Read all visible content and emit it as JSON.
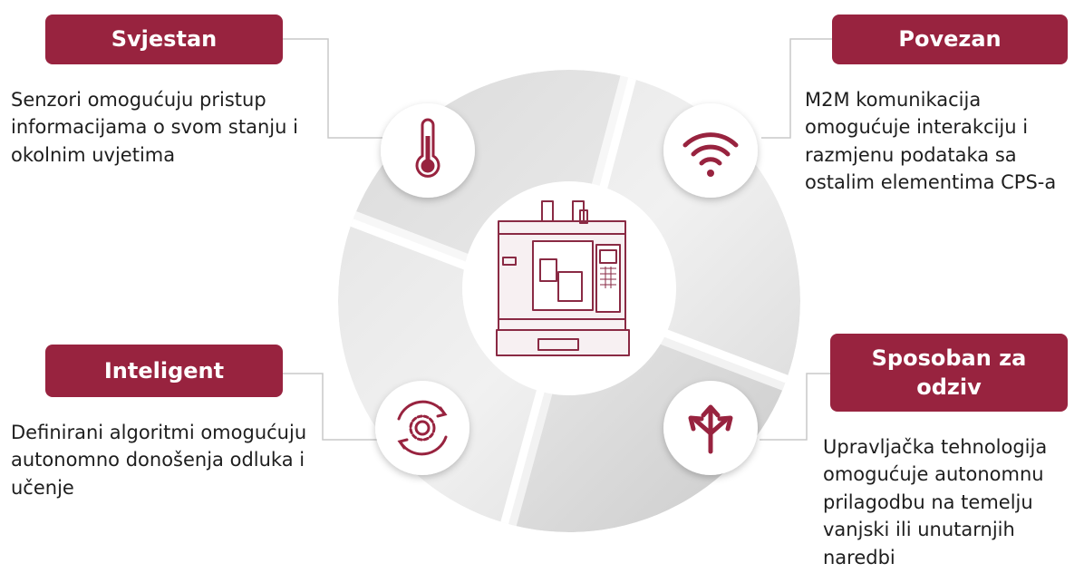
{
  "accent_color": "#98233f",
  "center_image": "cnc-machine-icon",
  "features": [
    {
      "title": "Svjestan",
      "description_lines": [
        "Senzori omogućuju pristup",
        "informacijama o svom stanju i",
        "okolnim uvjetima"
      ],
      "icon": "thermometer-icon"
    },
    {
      "title": "Povezan",
      "description_lines": [
        "M2M komunikacija",
        "omogućuje interakciju i",
        "razmjenu podataka sa",
        "ostalim elementima CPS-a"
      ],
      "icon": "wifi-icon"
    },
    {
      "title": "Inteligent",
      "description_lines": [
        "Definirani algoritmi omogućuju",
        "autonomno donošenja odluka i",
        "učenje"
      ],
      "icon": "gear-cycle-icon"
    },
    {
      "title_lines": [
        "Sposoban za",
        "odziv"
      ],
      "description_lines": [
        "Upravljačka tehnologija",
        "omogućuje autonomnu",
        "prilagodbu na temelju",
        "vanjski ili unutarnjih",
        "naredbi"
      ],
      "icon": "branching-arrows-icon"
    }
  ]
}
